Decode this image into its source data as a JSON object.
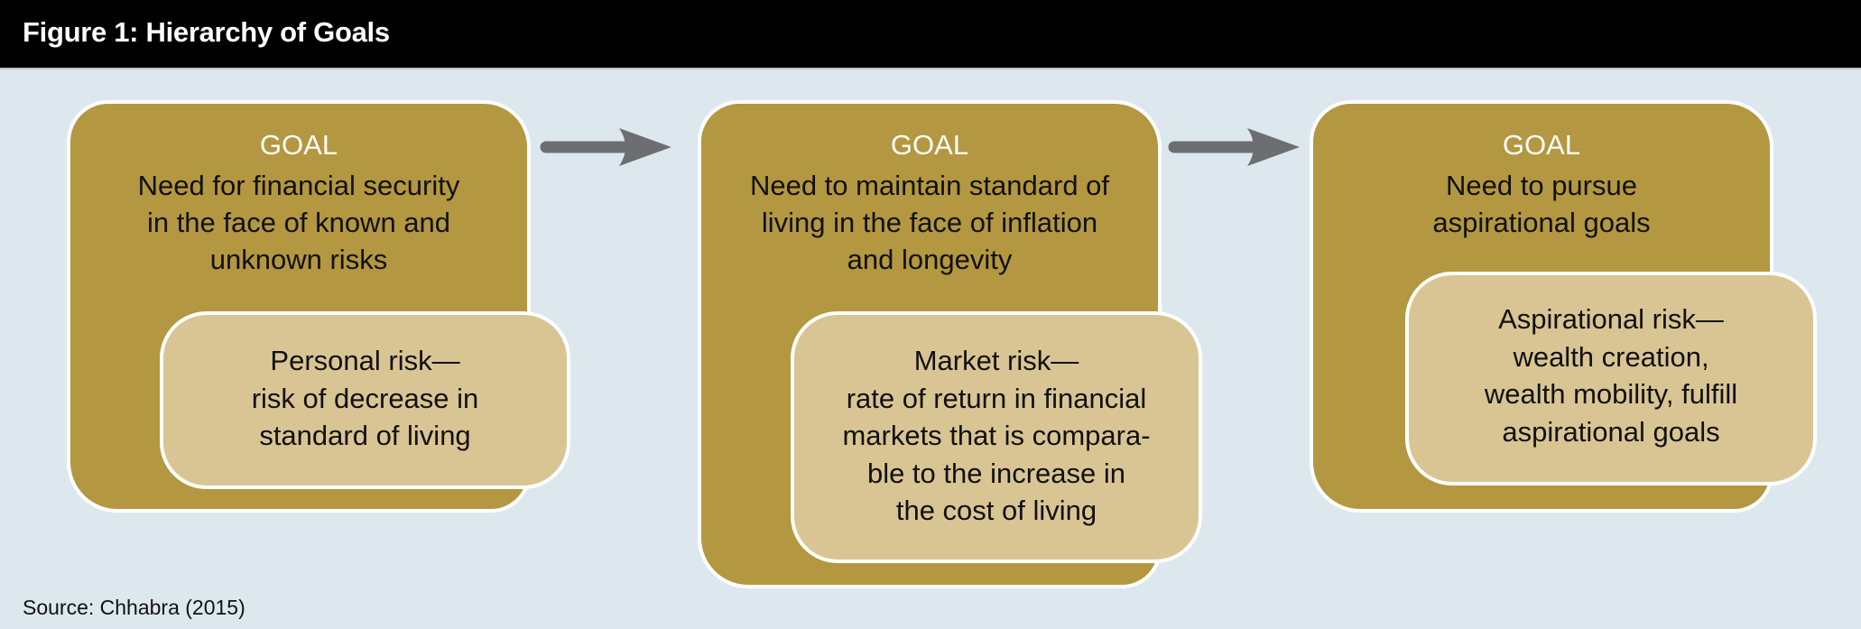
{
  "title": "Figure 1: Hierarchy of Goals",
  "colors": {
    "background": "#dde8ee",
    "title_bar": "#000000",
    "goal_box": "#b39741",
    "risk_box": "#d9c594",
    "arrow": "#6d6e72",
    "border": "#ffffff"
  },
  "goals": [
    {
      "label": "GOAL",
      "text": "Need for financial security\nin the face of known and\nunknown risks",
      "risk": "Personal risk—\nrisk of decrease in\nstandard of living"
    },
    {
      "label": "GOAL",
      "text": "Need to maintain standard of\nliving in the face of inflation\nand longevity",
      "risk": "Market risk—\nrate of return in financial\nmarkets that is compara-\nble to the increase in\nthe cost of living"
    },
    {
      "label": "GOAL",
      "text": "Need to pursue\naspirational goals",
      "risk": "Aspirational risk—\nwealth creation,\nwealth mobility, fulfill\naspirational goals"
    }
  ],
  "arrows": [
    "arrow-right-icon",
    "arrow-right-icon"
  ],
  "source": "Source: Chhabra (2015)"
}
